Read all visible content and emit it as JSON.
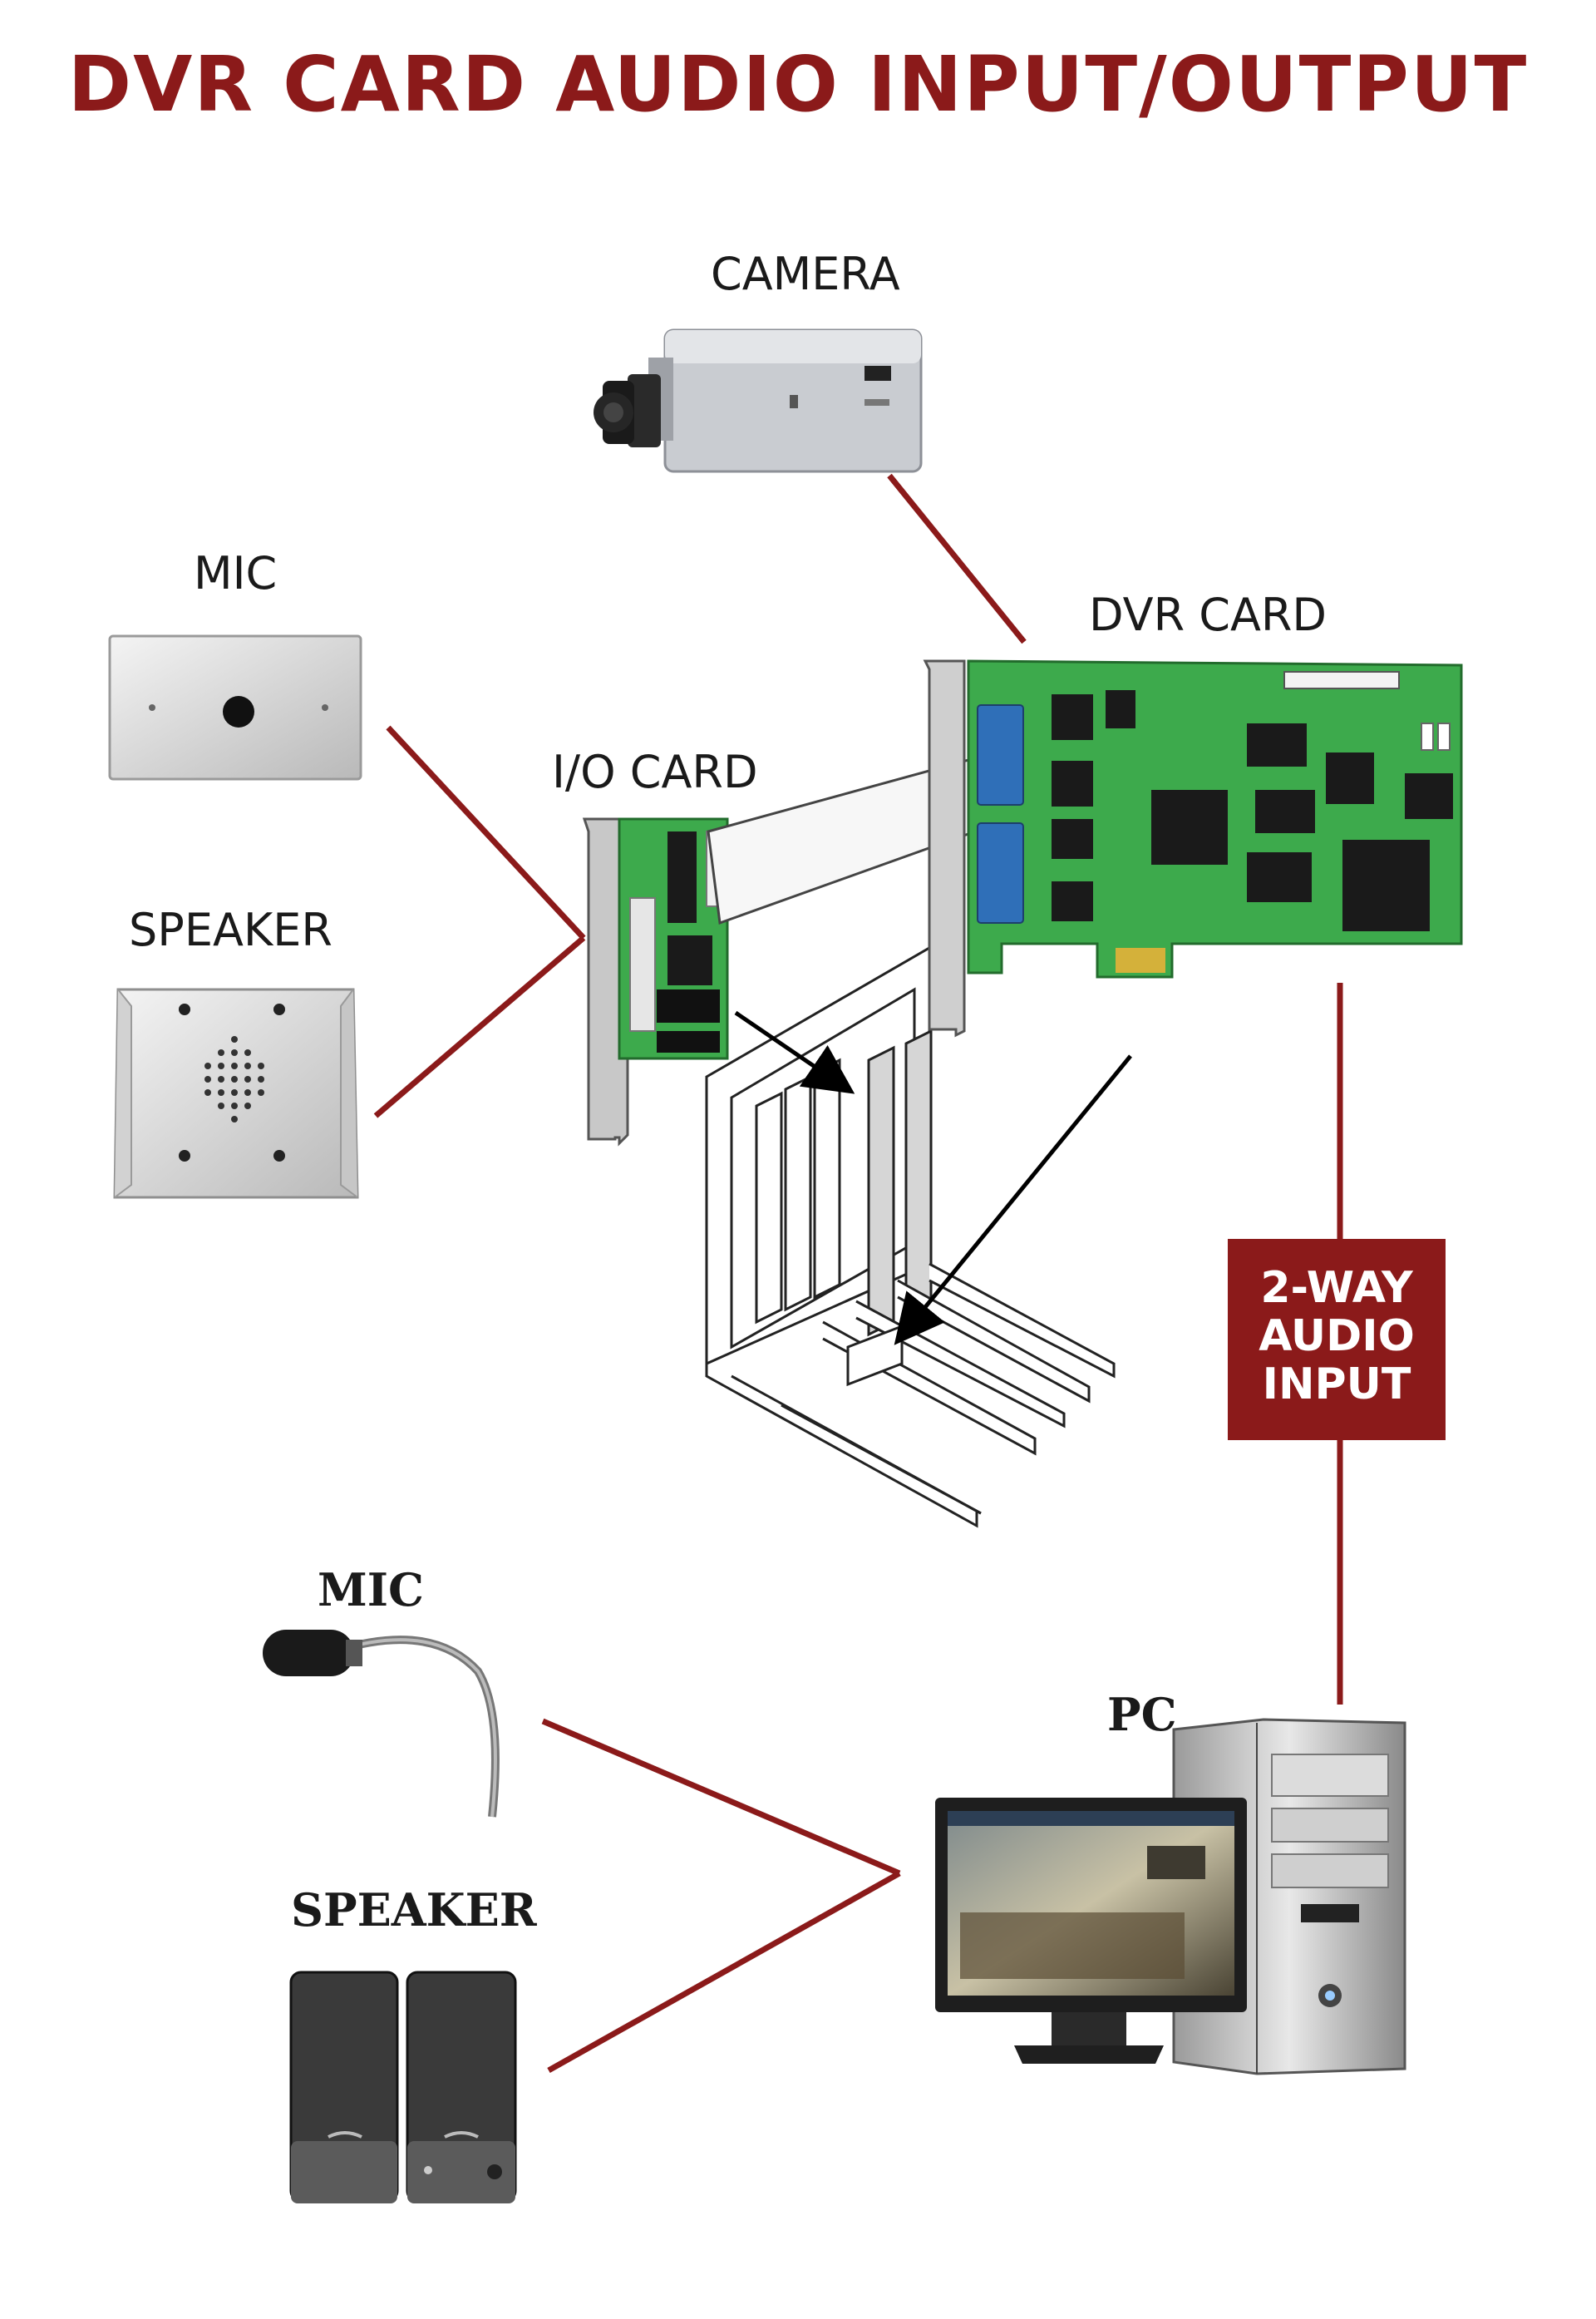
{
  "title": "DVR CARD AUDIO INPUT/OUTPUT",
  "labels": {
    "camera": "CAMERA",
    "dvr_card": "DVR CARD",
    "io_card": "I/O CARD",
    "mic_top": "MIC",
    "speaker_top": "SPEAKER",
    "mic_bottom": "MIC",
    "speaker_bottom": "SPEAKER",
    "pc": "PC"
  },
  "badge": {
    "line1": "2-WAY",
    "line2": "AUDIO",
    "line3": "INPUT"
  },
  "colors": {
    "title": "#8b1a1a",
    "connector": "#8b1a1a",
    "badge_bg": "#8b1a1a",
    "pcb": "#3daa4c"
  }
}
